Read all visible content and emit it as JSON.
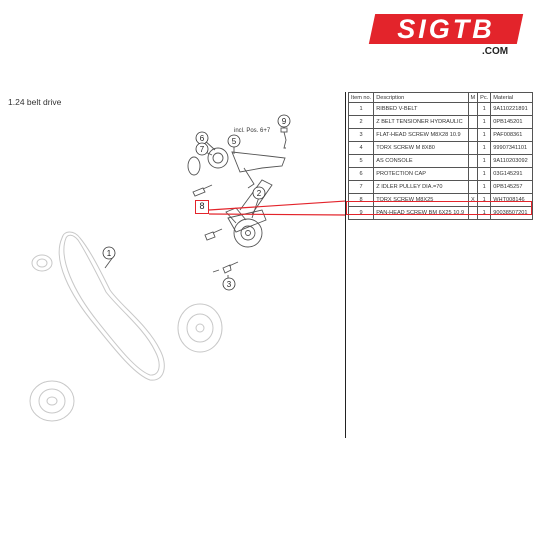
{
  "logo": {
    "text": "SIGTB",
    "domain": ".COM",
    "color": "#e3242b"
  },
  "section_title": "1.24  belt drive",
  "diagram": {
    "callouts": [
      "1",
      "2",
      "3",
      "5",
      "6",
      "7",
      "8",
      "9"
    ],
    "note": "incl. Pos. 6+7"
  },
  "table": {
    "headers": [
      "Item no.",
      "Description",
      "M",
      "Pc.",
      "Material"
    ],
    "rows": [
      {
        "no": "1",
        "desc": "RIBBED V-BELT",
        "m": "",
        "pc": "1",
        "mat": "9A110221891"
      },
      {
        "no": "2",
        "desc": "Z BELT TENSIONER HYDRAULIC",
        "m": "",
        "pc": "1",
        "mat": "0PB145201"
      },
      {
        "no": "3",
        "desc": "FLAT-HEAD SCREW M8X28 10.9",
        "m": "",
        "pc": "1",
        "mat": "PAF008361"
      },
      {
        "no": "4",
        "desc": "TORX SCREW M 8X80",
        "m": "",
        "pc": "1",
        "mat": "99907341101"
      },
      {
        "no": "5",
        "desc": "AS CONSOLE",
        "m": "",
        "pc": "1",
        "mat": "9A110203092"
      },
      {
        "no": "6",
        "desc": "PROTECTION CAP",
        "m": "",
        "pc": "1",
        "mat": "03G145291"
      },
      {
        "no": "7",
        "desc": "Z IDLER PULLEY DIA.=70",
        "m": "",
        "pc": "1",
        "mat": "0PB145257"
      },
      {
        "no": "8",
        "desc": "TORX SCREW M8X25",
        "m": "X",
        "pc": "1",
        "mat": "WHT008146"
      },
      {
        "no": "9",
        "desc": "PAN-HEAD SCREW BM 6X25 10.9",
        "m": "",
        "pc": "1",
        "mat": "90038507201"
      }
    ]
  },
  "highlight_color": "#e3242b"
}
